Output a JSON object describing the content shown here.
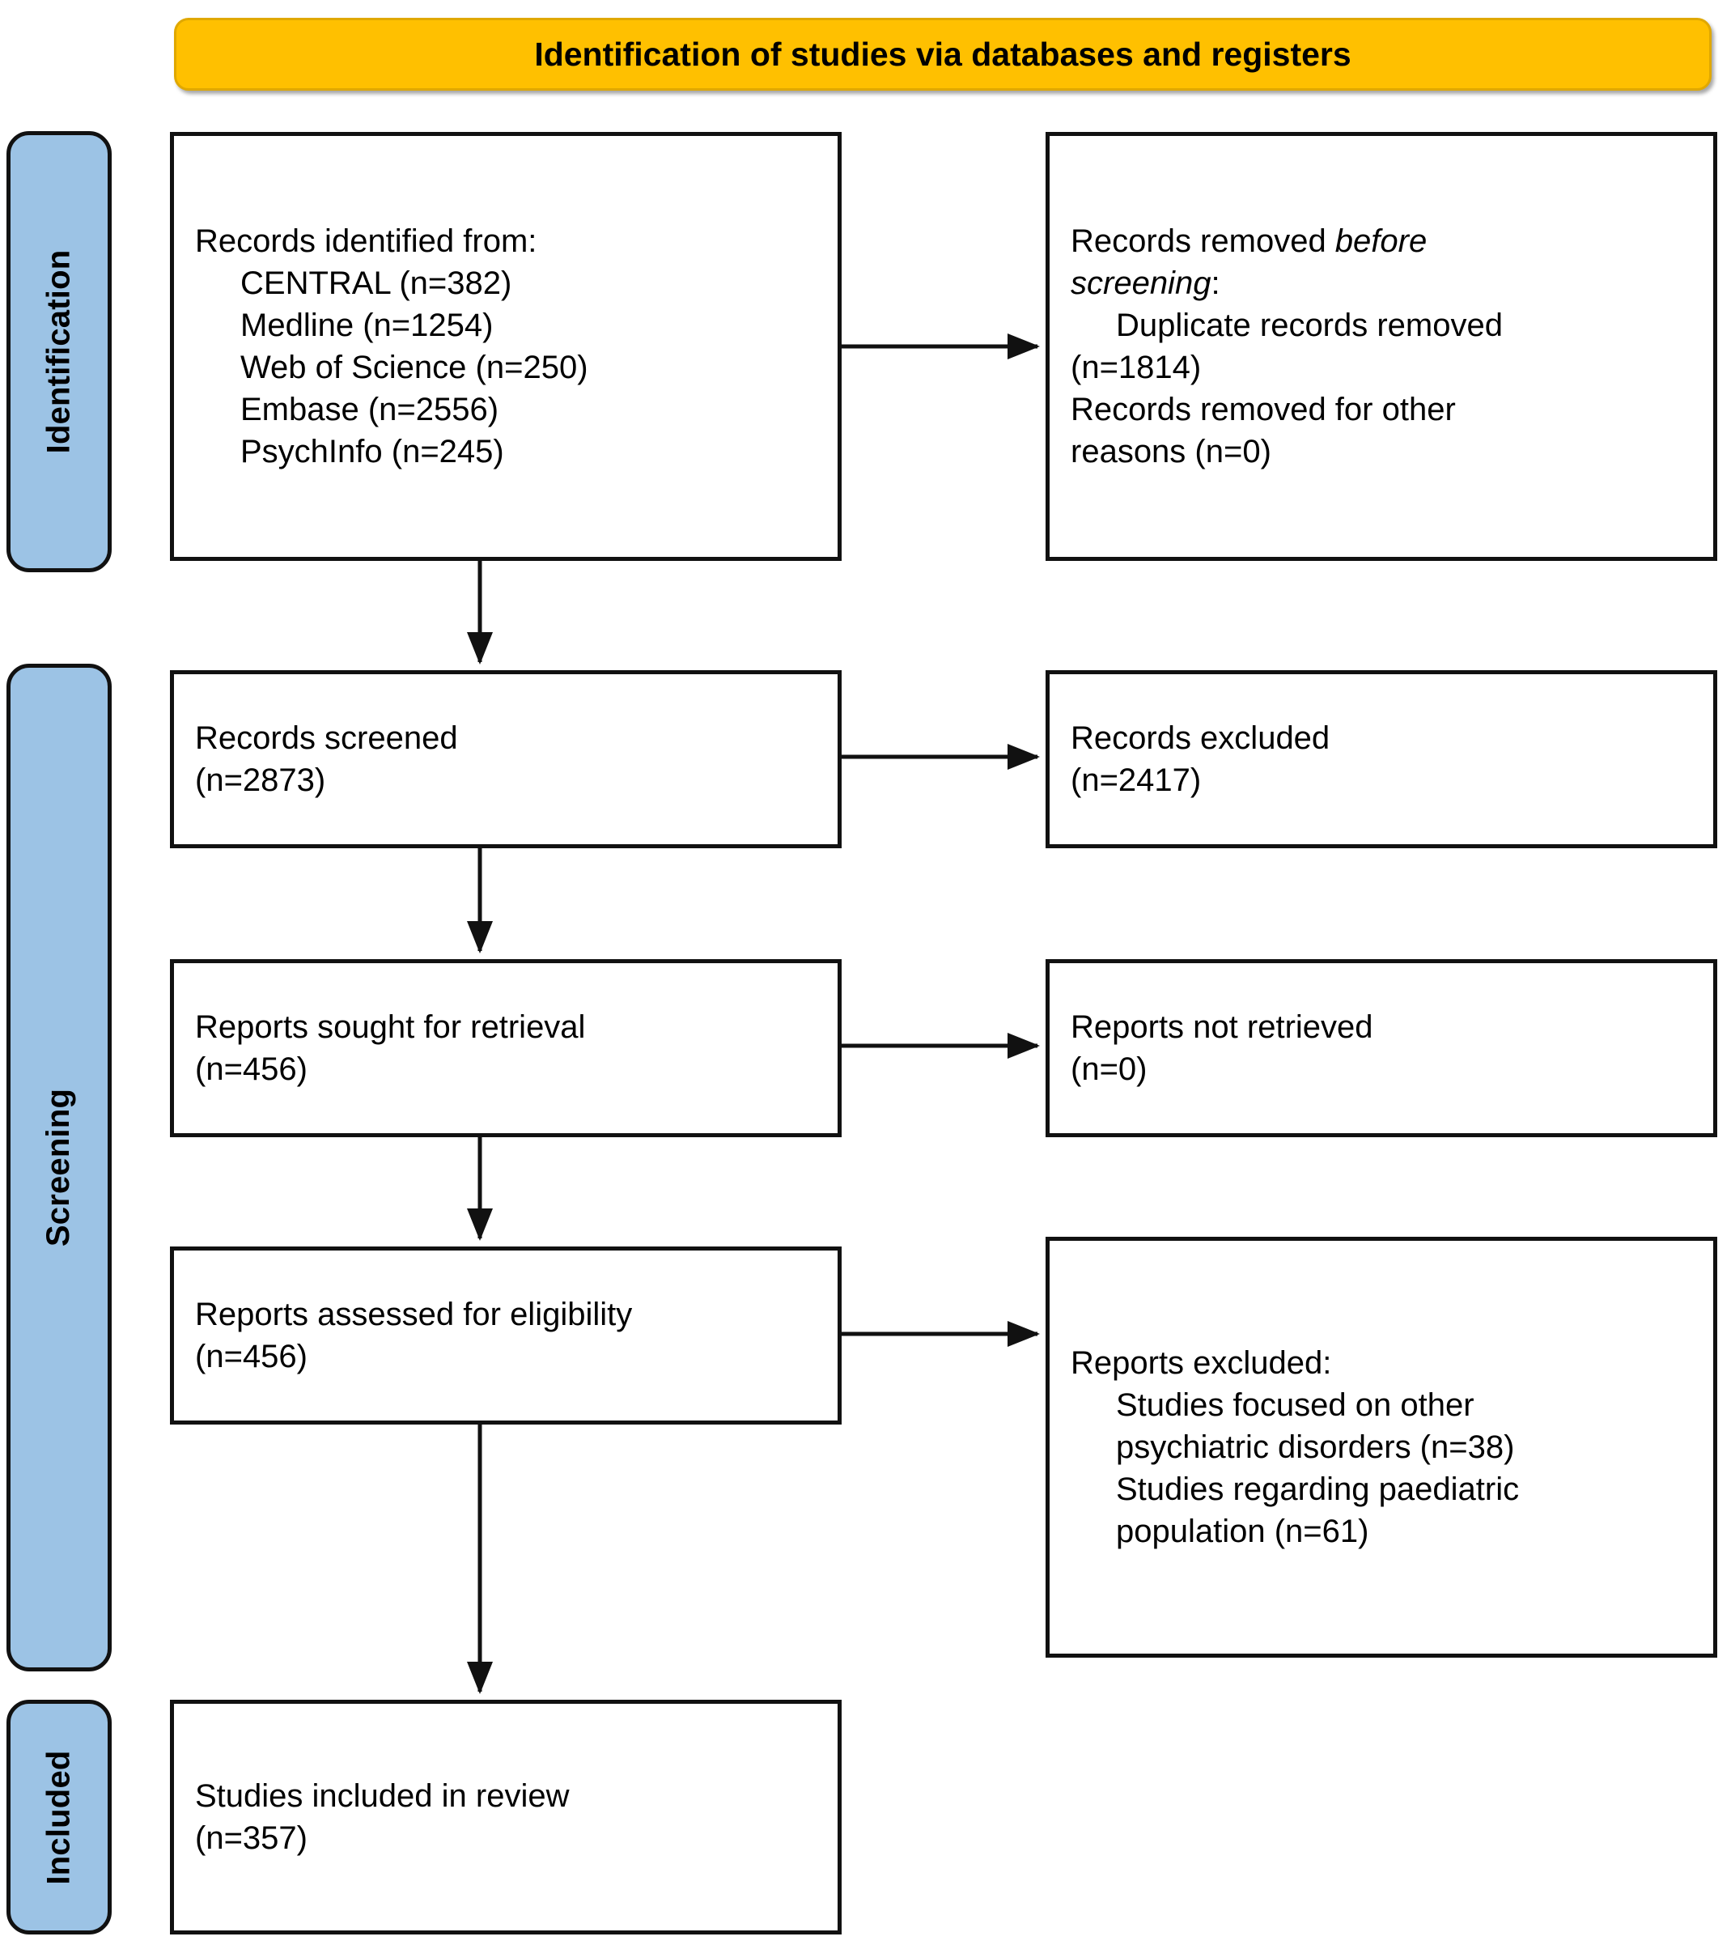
{
  "diagram": {
    "title": "Identification of studies via databases and registers",
    "type": "PRISMA flow diagram"
  },
  "phases": [
    {
      "key": "identification",
      "label": "Identification"
    },
    {
      "key": "screening",
      "label": "Screening"
    },
    {
      "key": "included",
      "label": "Included"
    }
  ],
  "boxes": {
    "records_identified": {
      "line1": "Records identified from:",
      "line2": "CENTRAL (n=382)",
      "line3": "Medline (n=1254)",
      "line4": "Web of Science (n=250)",
      "line5": "Embase (n=2556)",
      "line6": "PsychInfo (n=245)"
    },
    "records_removed": {
      "line1a": "Records removed ",
      "line1b": "before",
      "line2a": "screening",
      "line2b": ":",
      "line3": "Duplicate records removed",
      "line4": "(n=1814)",
      "line5": "Records removed for other",
      "line6": "reasons (n=0)"
    },
    "records_screened": {
      "line1": "Records screened",
      "line2": "(n=2873)"
    },
    "records_excluded": {
      "line1": "Records excluded",
      "line2": "(n=2417)"
    },
    "reports_sought": {
      "line1": "Reports sought for retrieval",
      "line2": "(n=456)"
    },
    "reports_not_retrieved": {
      "line1": "Reports not retrieved",
      "line2": "(n=0)"
    },
    "reports_assessed": {
      "line1": "Reports assessed for eligibility",
      "line2": "(n=456)"
    },
    "reports_excluded": {
      "line1": "Reports excluded:",
      "line2": "Studies focused on other",
      "line3": "psychiatric disorders (n=38)",
      "line4": "Studies regarding paediatric",
      "line5": "population (n=61)"
    },
    "studies_included": {
      "line1": "Studies included in review",
      "line2": "(n=357)"
    }
  },
  "chart_data": {
    "type": "diagram",
    "title": "Identification of studies via databases and registers",
    "nodes": [
      {
        "id": "records_identified",
        "phase": "Identification",
        "column": "left",
        "text": "Records identified from: CENTRAL (n=382), Medline (n=1254), Web of Science (n=250), Embase (n=2556), PsychInfo (n=245)",
        "counts": {
          "CENTRAL": 382,
          "Medline": 1254,
          "Web of Science": 250,
          "Embase": 2556,
          "PsychInfo": 245
        }
      },
      {
        "id": "records_removed",
        "phase": "Identification",
        "column": "right",
        "text": "Records removed before screening: Duplicate records removed (n=1814), Records removed for other reasons (n=0)",
        "counts": {
          "Duplicate records removed": 1814,
          "Records removed for other reasons": 0
        }
      },
      {
        "id": "records_screened",
        "phase": "Screening",
        "column": "left",
        "text": "Records screened (n=2873)",
        "n": 2873
      },
      {
        "id": "records_excluded",
        "phase": "Screening",
        "column": "right",
        "text": "Records excluded (n=2417)",
        "n": 2417
      },
      {
        "id": "reports_sought",
        "phase": "Screening",
        "column": "left",
        "text": "Reports sought for retrieval (n=456)",
        "n": 456
      },
      {
        "id": "reports_not_retrieved",
        "phase": "Screening",
        "column": "right",
        "text": "Reports not retrieved (n=0)",
        "n": 0
      },
      {
        "id": "reports_assessed",
        "phase": "Screening",
        "column": "left",
        "text": "Reports assessed for eligibility (n=456)",
        "n": 456
      },
      {
        "id": "reports_excluded",
        "phase": "Screening",
        "column": "right",
        "text": "Reports excluded: Studies focused on other psychiatric disorders (n=38), Studies regarding paediatric population (n=61)",
        "counts": {
          "Studies focused on other psychiatric disorders": 38,
          "Studies regarding paediatric population": 61
        }
      },
      {
        "id": "studies_included",
        "phase": "Included",
        "column": "left",
        "text": "Studies included in review (n=357)",
        "n": 357
      }
    ],
    "edges": [
      {
        "from": "records_identified",
        "to": "records_removed",
        "direction": "right"
      },
      {
        "from": "records_identified",
        "to": "records_screened",
        "direction": "down"
      },
      {
        "from": "records_screened",
        "to": "records_excluded",
        "direction": "right"
      },
      {
        "from": "records_screened",
        "to": "reports_sought",
        "direction": "down"
      },
      {
        "from": "reports_sought",
        "to": "reports_not_retrieved",
        "direction": "right"
      },
      {
        "from": "reports_sought",
        "to": "reports_assessed",
        "direction": "down"
      },
      {
        "from": "reports_assessed",
        "to": "reports_excluded",
        "direction": "right"
      },
      {
        "from": "reports_assessed",
        "to": "studies_included",
        "direction": "down"
      }
    ],
    "colors": {
      "banner": "#FFC000",
      "phase_tab": "#9CC3E5",
      "box_border": "#111111",
      "box_fill": "#FFFFFF"
    }
  }
}
